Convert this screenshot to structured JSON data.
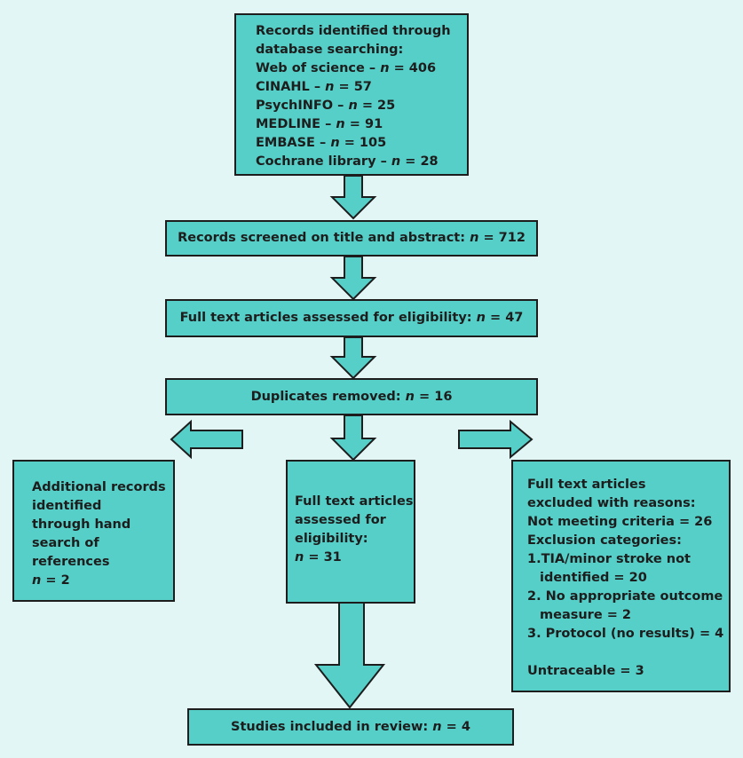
{
  "identified": {
    "heading_1": "Records identified through",
    "heading_2": "database searching:",
    "n": "n",
    "sources": [
      {
        "name": "Web of science – ",
        "value": " = 406"
      },
      {
        "name": "CINAHL – ",
        "value": " = 57"
      },
      {
        "name": "PsychINFO – ",
        "value": " = 25"
      },
      {
        "name": "MEDLINE – ",
        "value": " = 91"
      },
      {
        "name": "EMBASE – ",
        "value": " = 105"
      },
      {
        "name": "Cochrane library – ",
        "value": " = 28"
      }
    ]
  },
  "screened": {
    "label": "Records screened on title and abstract: ",
    "n": "n",
    "value": " = 712"
  },
  "assessed": {
    "label": "Full text articles assessed for eligibility: ",
    "n": "n",
    "value": " = 47"
  },
  "duplicates": {
    "label": "Duplicates removed: ",
    "n": "n",
    "value": " = 16"
  },
  "additional": {
    "lines": [
      "Additional records",
      "identified",
      "through hand",
      "search of",
      "references"
    ],
    "n": "n",
    "value": " = 2"
  },
  "middle": {
    "lines": [
      "Full text articles",
      "assessed for",
      "eligibility:"
    ],
    "n": "n",
    "value": " = 31"
  },
  "excluded": {
    "lines": [
      "Full text articles",
      "excluded with reasons:",
      "Not meeting criteria = 26",
      "Exclusion categories:",
      "1.TIA/minor stroke not"
    ],
    "indent_1": "identified = 20",
    "item_2": "2. No appropriate outcome",
    "indent_2": "measure = 2",
    "item_3": "3. Protocol (no results) = 4",
    "untraceable": "Untraceable = 3"
  },
  "included": {
    "label": "Studies included in review: ",
    "n": "n",
    "value": " = 4"
  }
}
